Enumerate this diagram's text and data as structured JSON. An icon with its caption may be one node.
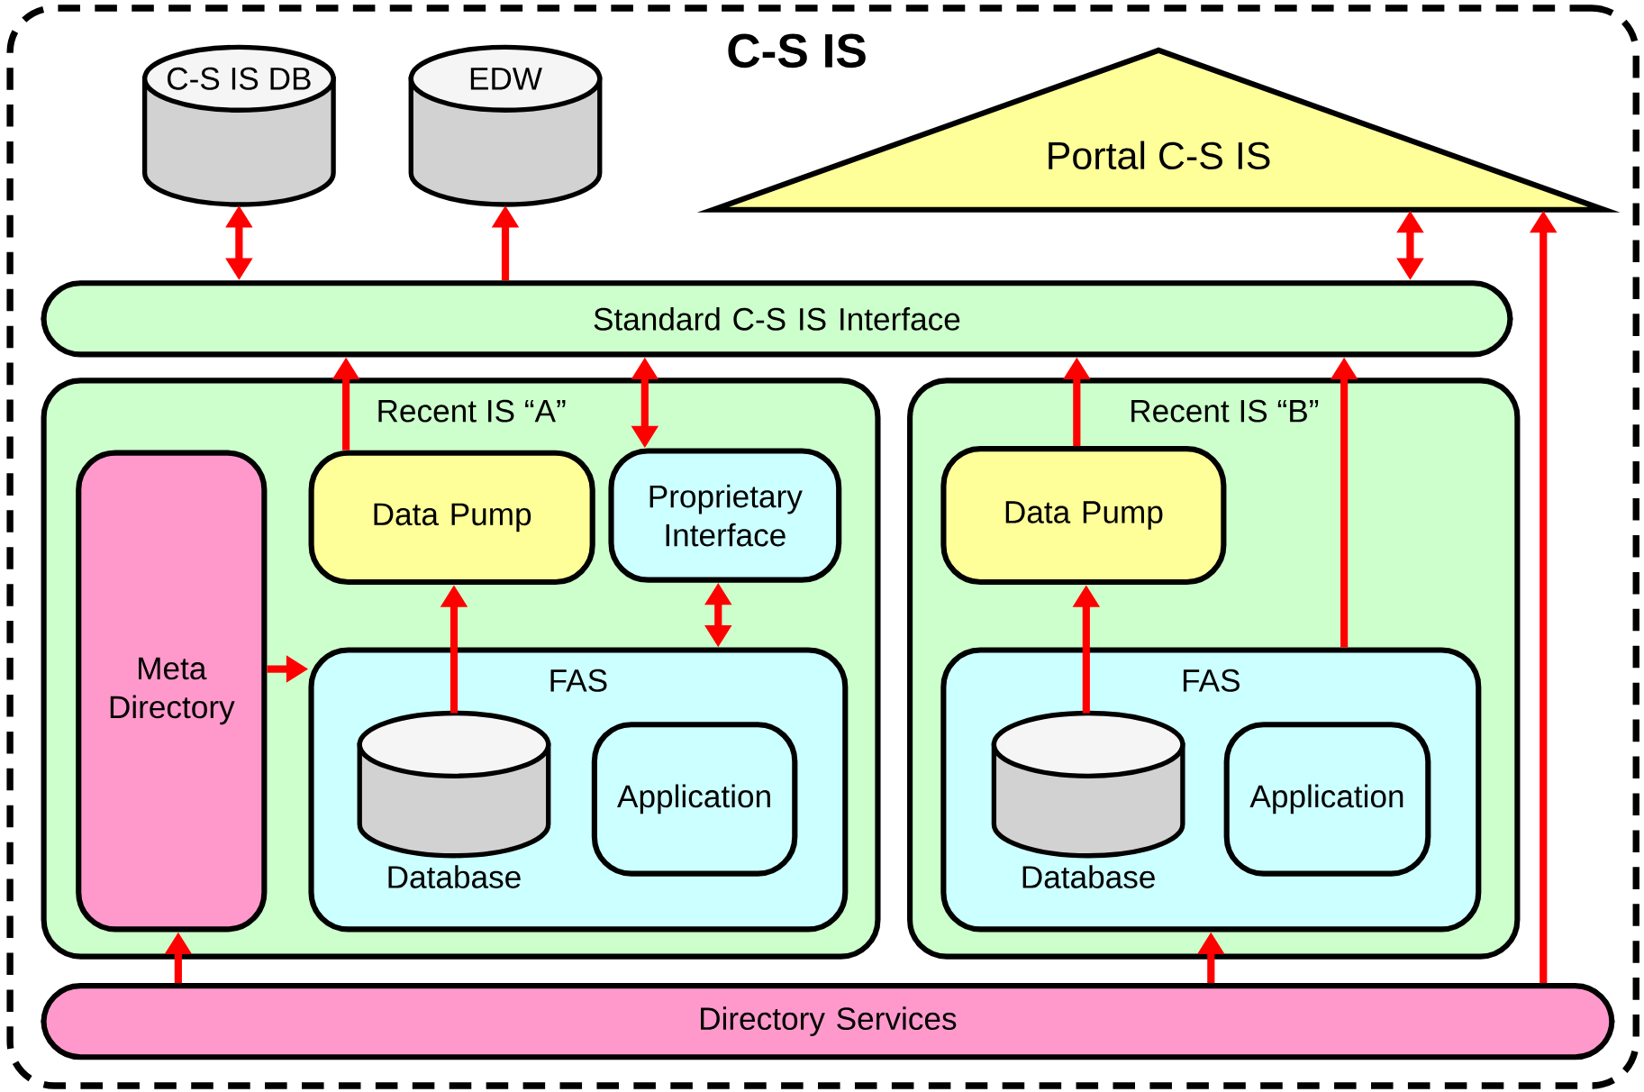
{
  "diagram": {
    "nodes": [
      {
        "text": [
          "C-S IS"
        ]
      },
      {
        "text": [
          "C-S IS DB"
        ],
        "in": 0
      },
      {
        "text": [
          "EDW"
        ],
        "in": 0
      },
      {
        "text": [
          "Portal C-S IS"
        ],
        "in": 0
      },
      {
        "text": [
          "Standard C-S IS Interface"
        ],
        "in": 0
      },
      {
        "text": [
          "Recent IS “A”"
        ],
        "in": 0
      },
      {
        "text": [
          "Meta Directory"
        ],
        "in": 5
      },
      {
        "text": [
          "Data Pump"
        ],
        "in": 5
      },
      {
        "text": [
          "Proprietary Interface"
        ],
        "in": 5
      },
      {
        "text": [
          "FAS"
        ],
        "in": 5
      },
      {
        "text": [
          "Database"
        ],
        "in": 9
      },
      {
        "text": [
          "Application"
        ],
        "in": 9
      },
      {
        "text": [
          "Recent IS “B”"
        ],
        "in": 0
      },
      {
        "text": [
          "Data Pump"
        ],
        "in": 12
      },
      {
        "text": [
          "FAS"
        ],
        "in": 12
      },
      {
        "text": [
          "Database"
        ],
        "in": 14
      },
      {
        "text": [
          "Application"
        ],
        "in": 14
      },
      {
        "text": [
          "Directory Services"
        ],
        "in": 0
      }
    ],
    "edges": [
      {
        "from": 1,
        "to": 4,
        "arrow": "both"
      },
      {
        "from": 4,
        "to": 2,
        "arrow": "to"
      },
      {
        "from": 3,
        "to": 4,
        "arrow": "both"
      },
      {
        "from": 7,
        "to": 4,
        "arrow": "to"
      },
      {
        "from": 8,
        "to": 4,
        "arrow": "both"
      },
      {
        "from": 13,
        "to": 4,
        "arrow": "to"
      },
      {
        "from": 14,
        "to": 4,
        "arrow": "to"
      },
      {
        "from": 10,
        "to": 7,
        "arrow": "to"
      },
      {
        "from": 8,
        "to": 9,
        "arrow": "both"
      },
      {
        "from": 6,
        "to": 9,
        "arrow": "to"
      },
      {
        "from": 15,
        "to": 13,
        "arrow": "to"
      },
      {
        "from": 17,
        "to": 6,
        "arrow": "to"
      },
      {
        "from": 17,
        "to": 14,
        "arrow": "to"
      },
      {
        "from": 17,
        "to": 3,
        "arrow": "to"
      }
    ]
  }
}
